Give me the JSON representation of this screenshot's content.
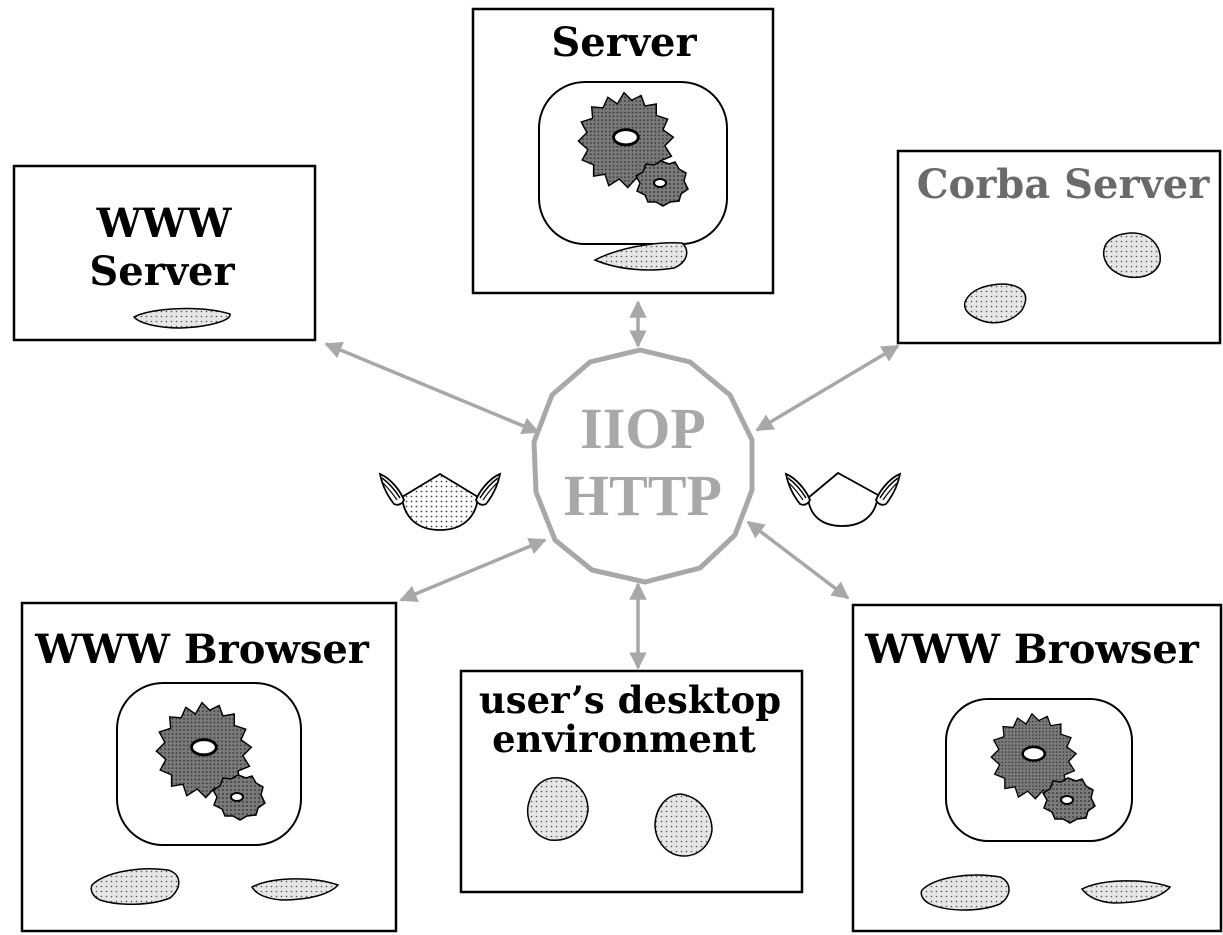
{
  "colors": {
    "box_stroke": "#000000",
    "hub": "#a8a8a8",
    "arrow": "#a8a8a8",
    "blob_dark": "#6e6e6e",
    "blob_light": "#cfcfcf",
    "title_grey": "#6a6a6a"
  },
  "nodes": {
    "server": {
      "title": "Server"
    },
    "www_server": {
      "line1": "WWW",
      "line2": "Server"
    },
    "corba_server": {
      "title": "Corba Server"
    },
    "browser_left": {
      "title": "WWW Browser"
    },
    "desktop": {
      "line1": "user’s desktop",
      "line2": "environment"
    },
    "browser_right": {
      "title": "WWW Browser"
    }
  },
  "hub": {
    "line1": "IIOP",
    "line2": "HTTP"
  },
  "icons": [
    "gear-object-icon",
    "code-blob-icon",
    "winged-applet-icon"
  ]
}
